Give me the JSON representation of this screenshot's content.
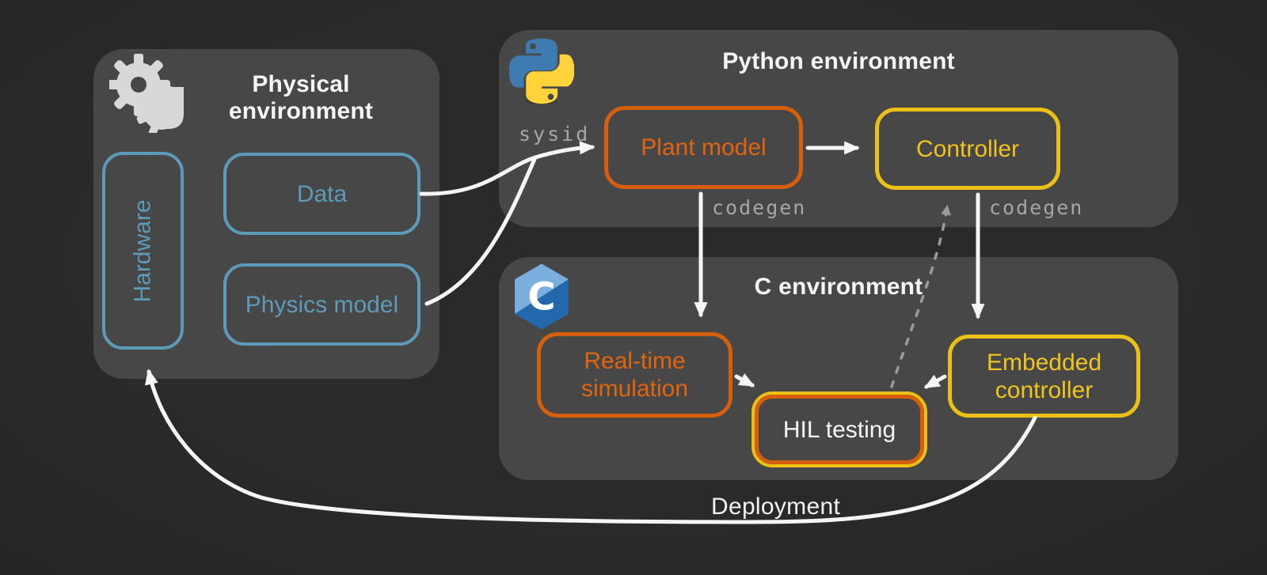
{
  "colors": {
    "background": "#2a2a2a",
    "panel": "#474747",
    "blue": "#5d9ab9",
    "orange": "#d55f0d",
    "yellow": "#ecc117",
    "white_text": "#f5f5f5",
    "muted_label": "#a6a6a6",
    "dashed_arrow": "#999999",
    "python_blue": "#3d7bb0",
    "python_yellow": "#ffd43b",
    "c_light_blue": "#7aaede",
    "c_dark_blue": "#2368ad"
  },
  "panels": {
    "physical": {
      "title": "Physical environment",
      "icon": "gears-icon"
    },
    "python": {
      "title": "Python environment",
      "icon": "python-logo"
    },
    "c": {
      "title": "C environment",
      "icon": "c-logo"
    }
  },
  "nodes": {
    "hardware": {
      "label": "Hardware",
      "color": "blue"
    },
    "data": {
      "label": "Data",
      "color": "blue"
    },
    "physics_model": {
      "label": "Physics model",
      "color": "blue"
    },
    "plant_model": {
      "label": "Plant model",
      "color": "orange"
    },
    "controller": {
      "label": "Controller",
      "color": "yellow"
    },
    "realtime_simulation": {
      "label": "Real-time simulation",
      "color": "orange"
    },
    "hil_testing": {
      "label": "HIL testing",
      "color": "yellow+orange, white text"
    },
    "embedded_controller": {
      "label": "Embedded controller",
      "color": "yellow"
    }
  },
  "edges": {
    "sysid": {
      "label": "sysid"
    },
    "codegen_plant": {
      "label": "codegen"
    },
    "codegen_controller": {
      "label": "codegen"
    },
    "deployment": {
      "label": "Deployment"
    }
  },
  "connections": [
    {
      "from": "data",
      "to": "plant_model",
      "label": "sysid",
      "style": "solid"
    },
    {
      "from": "physics_model",
      "to": "plant_model",
      "label": "sysid",
      "style": "solid"
    },
    {
      "from": "plant_model",
      "to": "controller",
      "label": "",
      "style": "solid"
    },
    {
      "from": "plant_model",
      "to": "realtime_simulation",
      "label": "codegen",
      "style": "solid"
    },
    {
      "from": "controller",
      "to": "embedded_controller",
      "label": "codegen",
      "style": "solid"
    },
    {
      "from": "realtime_simulation",
      "to": "hil_testing",
      "label": "",
      "style": "solid"
    },
    {
      "from": "embedded_controller",
      "to": "hil_testing",
      "label": "",
      "style": "solid"
    },
    {
      "from": "hil_testing",
      "to": "controller",
      "label": "",
      "style": "dashed"
    },
    {
      "from": "embedded_controller",
      "to": "hardware",
      "label": "Deployment",
      "style": "solid"
    }
  ]
}
